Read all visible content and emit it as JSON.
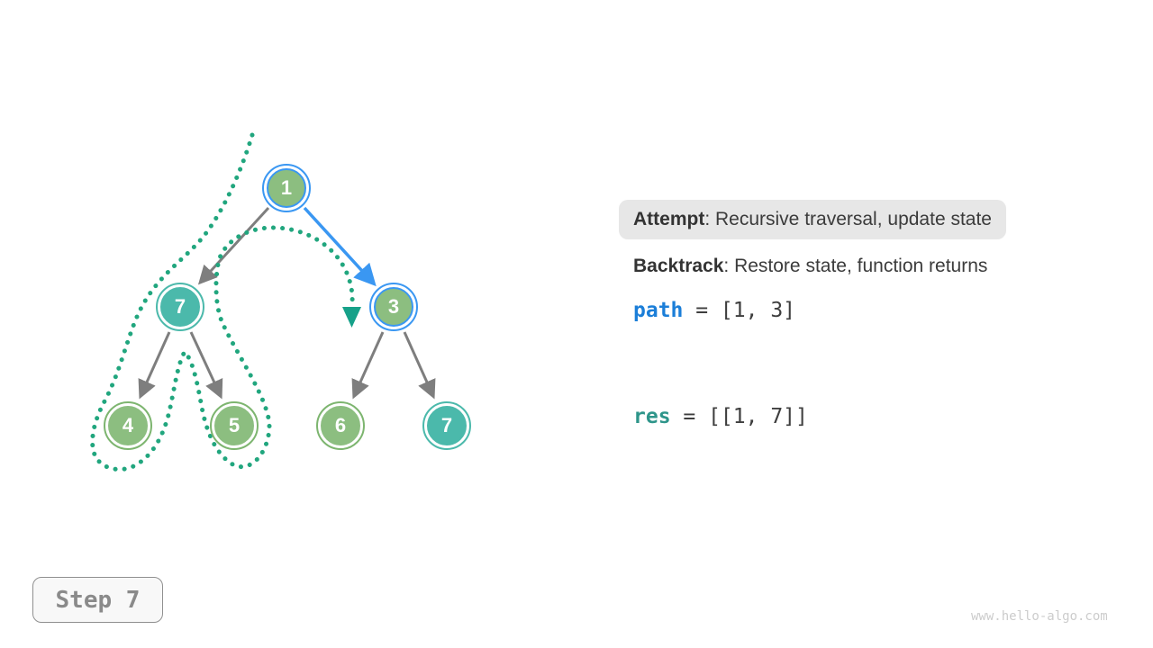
{
  "tree": {
    "nodes": [
      {
        "label": "1",
        "state": "current-path-blue"
      },
      {
        "label": "7",
        "state": "visited-teal"
      },
      {
        "label": "3",
        "state": "current-path-blue"
      },
      {
        "label": "4",
        "state": "default-green"
      },
      {
        "label": "5",
        "state": "default-green"
      },
      {
        "label": "6",
        "state": "default-green"
      },
      {
        "label": "7",
        "state": "visited-teal"
      }
    ],
    "edges": [
      {
        "from": "1",
        "to": "7",
        "style": "gray"
      },
      {
        "from": "1",
        "to": "3",
        "style": "blue-highlight"
      },
      {
        "from": "7",
        "to": "4",
        "style": "gray"
      },
      {
        "from": "7",
        "to": "5",
        "style": "gray"
      },
      {
        "from": "3",
        "to": "6",
        "style": "gray"
      },
      {
        "from": "3",
        "to": "7",
        "style": "gray"
      }
    ],
    "trail": "dotted teal traversal loop from root around nodes 7, 4, 5 and back, ending with arrow at node 3"
  },
  "panel": {
    "attempt_label": "Attempt",
    "attempt_rest": ": Recursive traversal, update state",
    "backtrack_label": "Backtrack",
    "backtrack_rest": ": Restore state, function returns",
    "path_var": "path",
    "path_rest": " = [1, 3]",
    "res_var": "res",
    "res_rest": " = [[1, 7]]"
  },
  "footer": {
    "step_label": "Step 7",
    "watermark": "www.hello-algo.com"
  },
  "colors": {
    "node_green": "#8CBE80",
    "node_teal": "#4BB9AB",
    "ring_green": "#7DB56F",
    "highlight_blue": "#3A97F2",
    "edge_gray": "#7E7E7E",
    "trail_dots": "#21A67E",
    "trail_arrow": "#16A189",
    "path_var_color": "#1B7ED8",
    "res_var_color": "#2E958A",
    "text_dark": "#3B3B3B",
    "attempt_bg": "#E7E7E7",
    "step_text": "#8A8A8A"
  }
}
